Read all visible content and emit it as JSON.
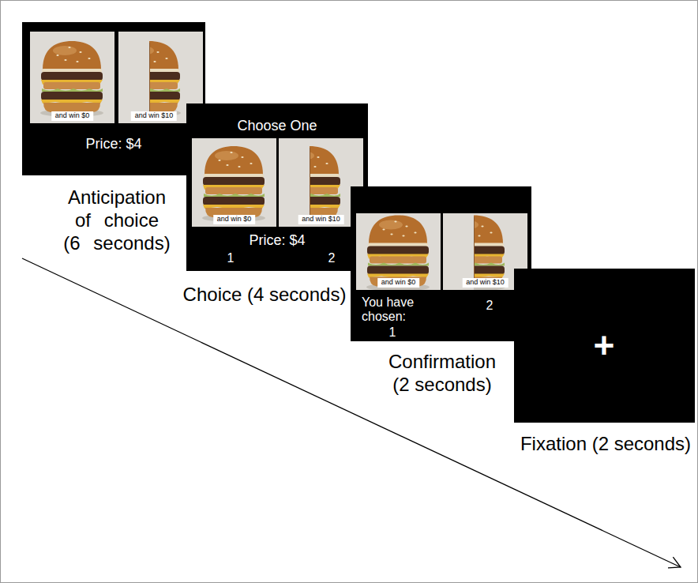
{
  "diagram": {
    "nodes": [
      {
        "text": [
          "Price: $4",
          "Anticipation of choice (6 seconds)"
        ]
      },
      {
        "text": [
          "and win $0"
        ],
        "in": 0
      },
      {
        "text": [
          "and win $10"
        ],
        "in": 0
      },
      {
        "text": [
          "Choose One",
          "Price: $4",
          "1",
          "2",
          "Choice (4 seconds)"
        ]
      },
      {
        "text": [
          "and win $0"
        ],
        "in": 3
      },
      {
        "text": [
          "and win $10"
        ],
        "in": 3
      },
      {
        "text": [
          "You have chosen:",
          "1",
          "2",
          "Confirmation (2 seconds)"
        ]
      },
      {
        "text": [
          "and win $0"
        ],
        "in": 6
      },
      {
        "text": [
          "and win $10"
        ],
        "in": 6
      },
      {
        "text": [
          "+",
          "Fixation (2 seconds)"
        ]
      }
    ]
  }
}
